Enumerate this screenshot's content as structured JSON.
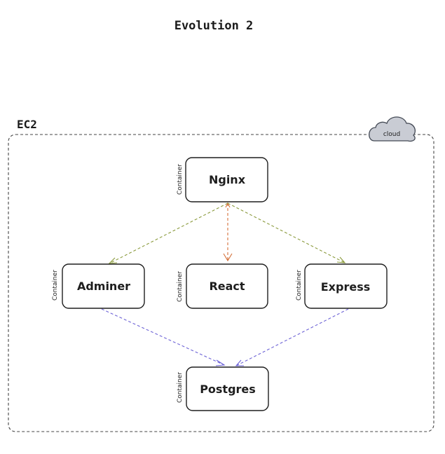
{
  "title": "Evolution 2",
  "boundary_label": "EC2",
  "cloud_label": "cloud",
  "container_label": "Container",
  "nodes": {
    "nginx": "Nginx",
    "adminer": "Adminer",
    "react": "React",
    "express": "Express",
    "postgres": "Postgres"
  },
  "colors": {
    "olive_edge": "#8a9a3c",
    "orange_edge": "#d4713a",
    "blue_edge": "#6d63d6"
  }
}
